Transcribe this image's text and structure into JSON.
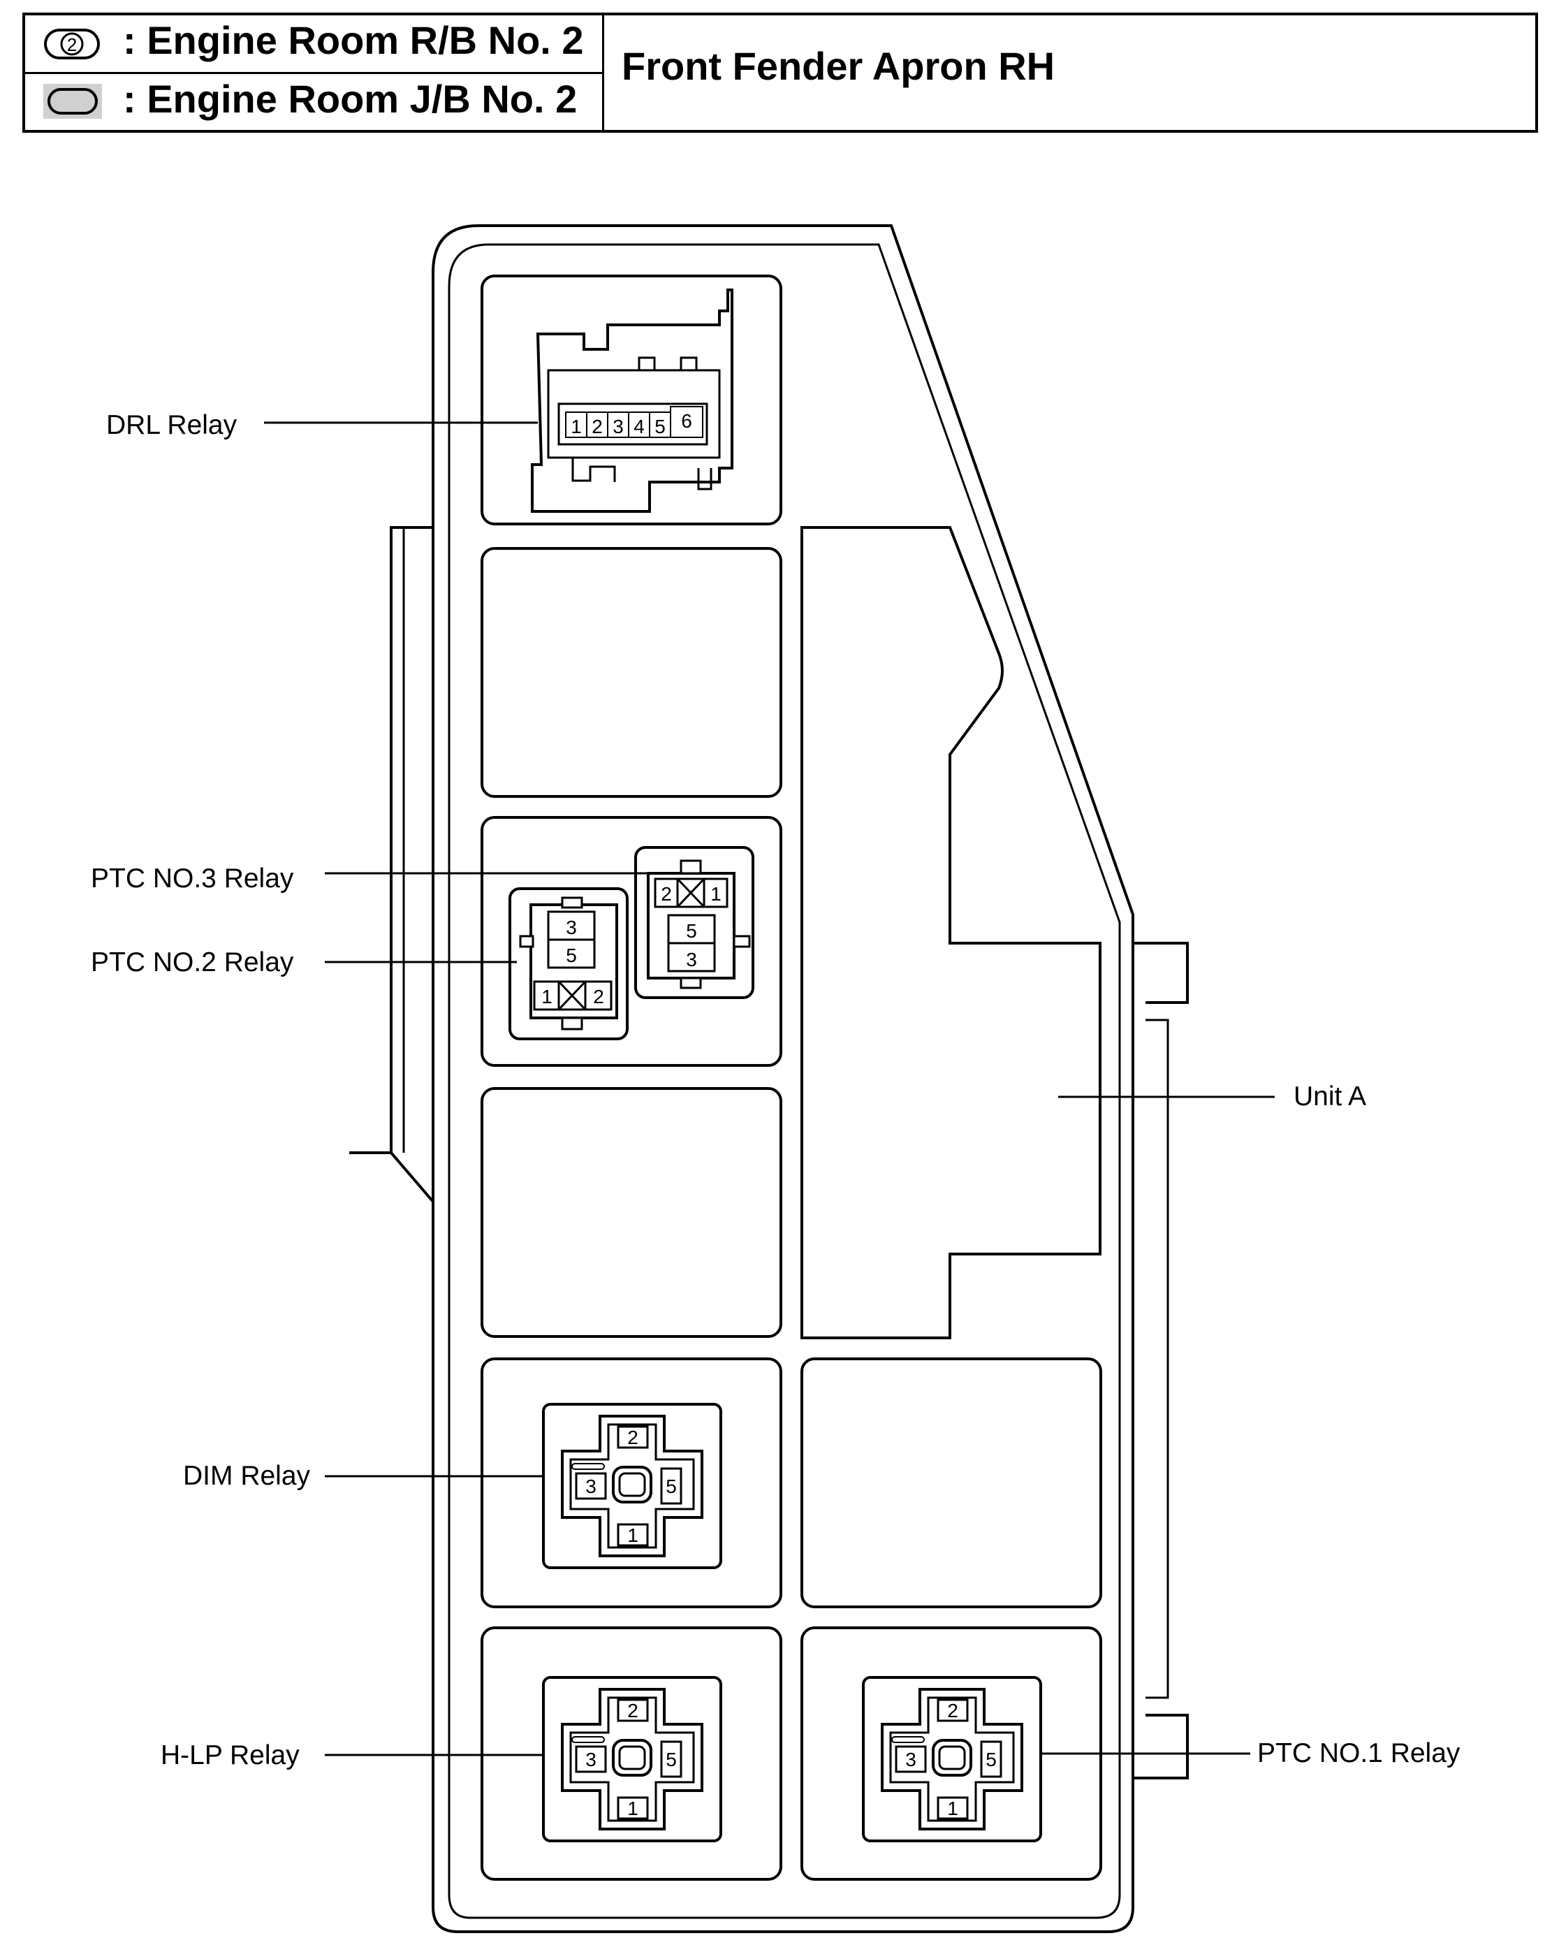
{
  "header": {
    "legend": [
      {
        "icon": "numbered-oval-icon",
        "number": "2",
        "text": ": Engine Room R/B No. 2"
      },
      {
        "icon": "shaded-oval-icon",
        "text": ": Engine Room J/B No. 2"
      }
    ],
    "location": "Front Fender Apron RH"
  },
  "labels": {
    "drl": "DRL Relay",
    "ptc3": "PTC NO.3 Relay",
    "ptc2": "PTC NO.2 Relay",
    "unit_a": "Unit A",
    "dim": "DIM Relay",
    "hlp": "H-LP Relay",
    "ptc1": "PTC NO.1 Relay"
  },
  "pins": {
    "drl": [
      "1",
      "2",
      "3",
      "4",
      "5",
      "6"
    ],
    "ptc3": {
      "top_left": "2",
      "top_right": "1",
      "middle": "5",
      "bottom": "3"
    },
    "ptc2": {
      "top": "3",
      "middle": "5",
      "bottom_left": "1",
      "bottom_right": "2"
    },
    "cross": {
      "top": "2",
      "left": "3",
      "right": "5",
      "bottom": "1"
    }
  },
  "colors": {
    "line": "#000000",
    "legend_shade": "#d0d0d0"
  }
}
